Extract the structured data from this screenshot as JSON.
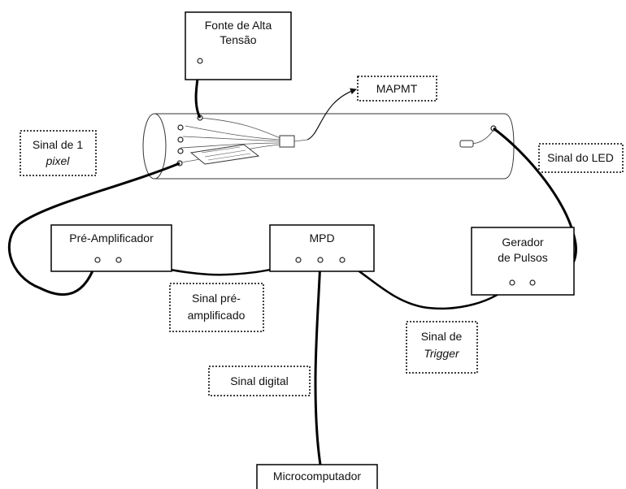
{
  "components": {
    "fonte": {
      "line1": "Fonte de Alta",
      "line2": "Tensão"
    },
    "preamp": {
      "label": "Pré-Amplificador"
    },
    "mpd": {
      "label": "MPD"
    },
    "gerador": {
      "line1": "Gerador",
      "line2": "de Pulsos"
    },
    "micro": {
      "label": "Microcomputador"
    }
  },
  "callouts": {
    "mapmt": {
      "label": "MAPMT"
    },
    "sinal_pixel": {
      "line1": "Sinal de 1",
      "line2": "pixel"
    },
    "sinal_led": {
      "label": "Sinal do LED"
    },
    "sinal_pre": {
      "line1": "Sinal pré-",
      "line2": "amplificado"
    },
    "sinal_trigger": {
      "line1": "Sinal de",
      "line2": "Trigger"
    },
    "sinal_digital": {
      "label": "Sinal digital"
    }
  }
}
